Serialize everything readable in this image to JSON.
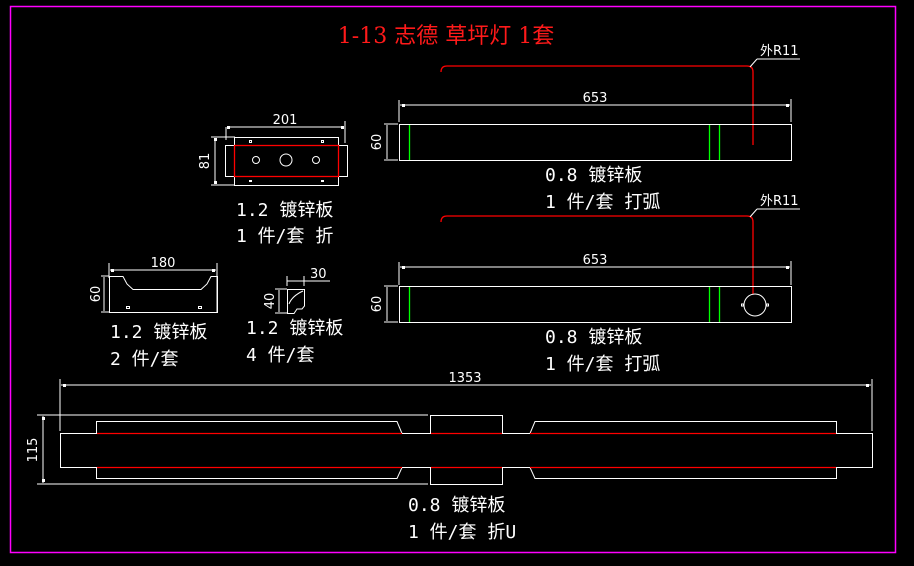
{
  "drawing": {
    "title": "1-13 志德 草坪灯 1套",
    "colors": {
      "background": "#000000",
      "frame": "#ff00ff",
      "outline": "#ffffff",
      "bend_line": "#ff0000",
      "fold_line": "#00ff00",
      "title": "#ff1a1a"
    },
    "parts": [
      {
        "id": "plate-201",
        "dimensions": {
          "width": "201",
          "height": "81"
        },
        "material": "1.2 镀锌板",
        "quantity": "1 件/套 折"
      },
      {
        "id": "strip-653-a",
        "dimensions": {
          "width": "653",
          "height": "60"
        },
        "radius_note": "外R11",
        "material": "0.8 镀锌板",
        "quantity": "1 件/套 打弧"
      },
      {
        "id": "strip-653-b",
        "dimensions": {
          "width": "653",
          "height": "60"
        },
        "radius_note": "外R11",
        "material": "0.8 镀锌板",
        "quantity": "1 件/套 打弧"
      },
      {
        "id": "bracket-180",
        "dimensions": {
          "width": "180",
          "height": "60"
        },
        "material": "1.2 镀锌板",
        "quantity": "2 件/套"
      },
      {
        "id": "corner-30",
        "dimensions": {
          "width": "30",
          "height": "40"
        },
        "material": "1.2 镀锌板",
        "quantity": "4 件/套"
      },
      {
        "id": "u-channel-1353",
        "dimensions": {
          "width": "1353",
          "height": "115"
        },
        "material": "0.8 镀锌板",
        "quantity": "1 件/套 折U"
      }
    ]
  }
}
